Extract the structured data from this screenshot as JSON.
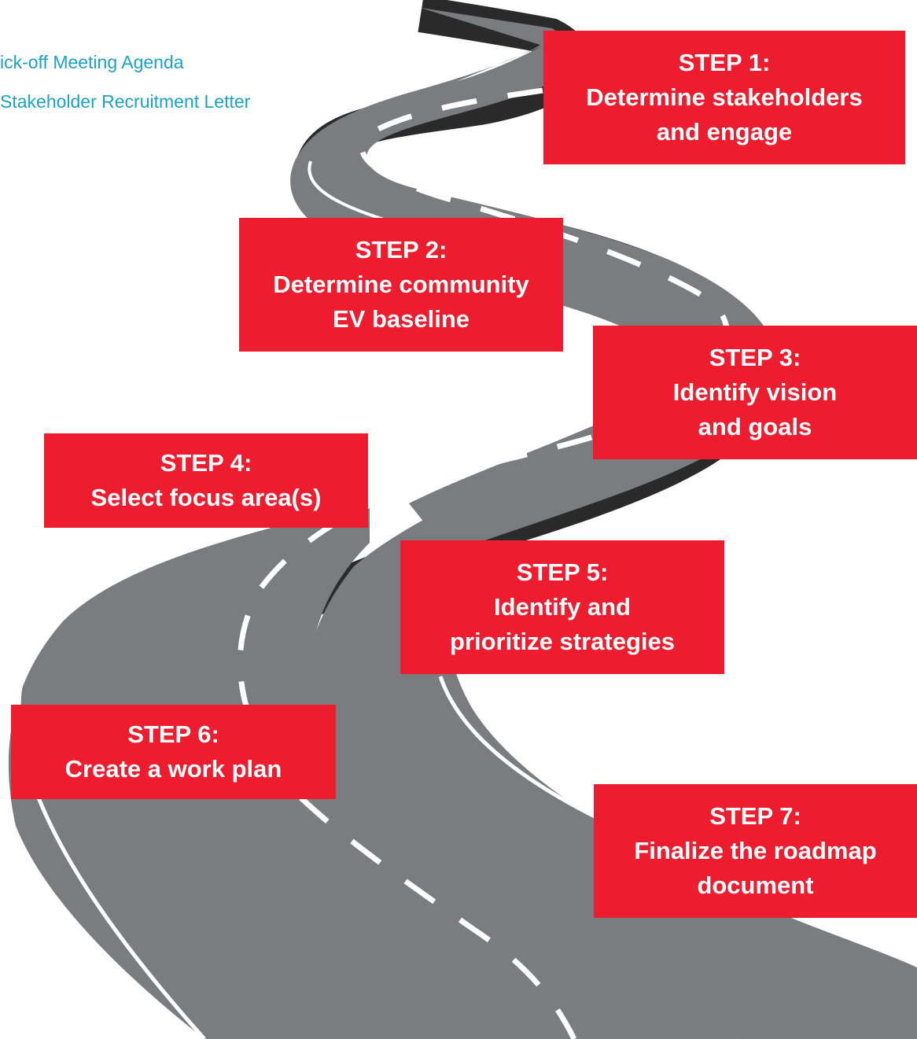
{
  "links": [
    "ick-off Meeting Agenda",
    "Stakeholder Recruitment Letter"
  ],
  "steps": [
    {
      "title": "STEP 1:",
      "line1": "Determine stakeholders",
      "line2": "and engage"
    },
    {
      "title": "STEP 2:",
      "line1": "Determine community",
      "line2": "EV baseline"
    },
    {
      "title": "STEP 3:",
      "line1": "Identify vision",
      "line2": "and goals"
    },
    {
      "title": "STEP 4:",
      "line1": "Select focus area(s)",
      "line2": ""
    },
    {
      "title": "STEP 5:",
      "line1": "Identify and",
      "line2": "prioritize strategies"
    },
    {
      "title": "STEP 6:",
      "line1": "Create a work plan",
      "line2": ""
    },
    {
      "title": "STEP 7:",
      "line1": "Finalize the roadmap",
      "line2": "document"
    }
  ],
  "colors": {
    "step_box": "#ed1c2e",
    "link_text": "#1aa3c6",
    "road": "#7a7c80",
    "road_shadow": "#2a2a2a",
    "lane_marking": "#ffffff"
  }
}
